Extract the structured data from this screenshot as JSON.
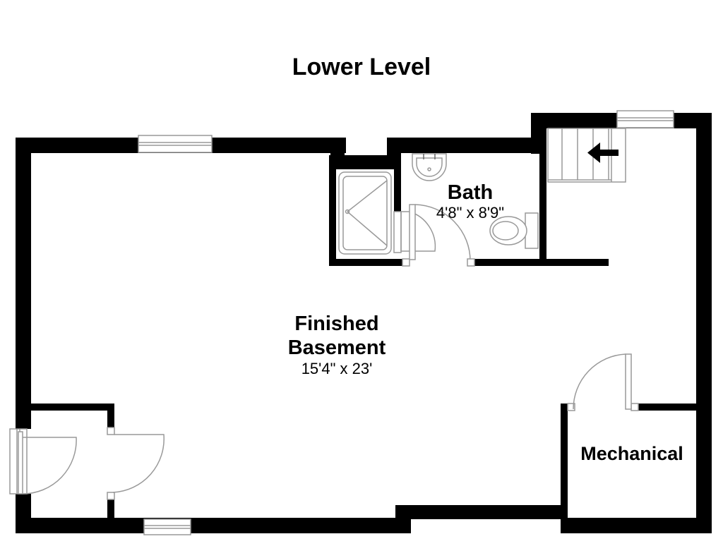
{
  "plan": {
    "title": "Lower Level",
    "rooms": {
      "basement": {
        "name_line1": "Finished",
        "name_line2": "Basement",
        "dims": "15'4\" x 23'"
      },
      "bath": {
        "name": "Bath",
        "dims": "4'8\" x 8'9\""
      },
      "mechanical": {
        "name": "Mechanical"
      }
    },
    "colors": {
      "wall": "#000000",
      "fixture_stroke": "#999999",
      "background": "#ffffff"
    },
    "icons": [
      "stairs-arrow-icon",
      "sink-icon",
      "toilet-icon",
      "shower-icon",
      "window-icon",
      "door-swing-icon"
    ]
  }
}
